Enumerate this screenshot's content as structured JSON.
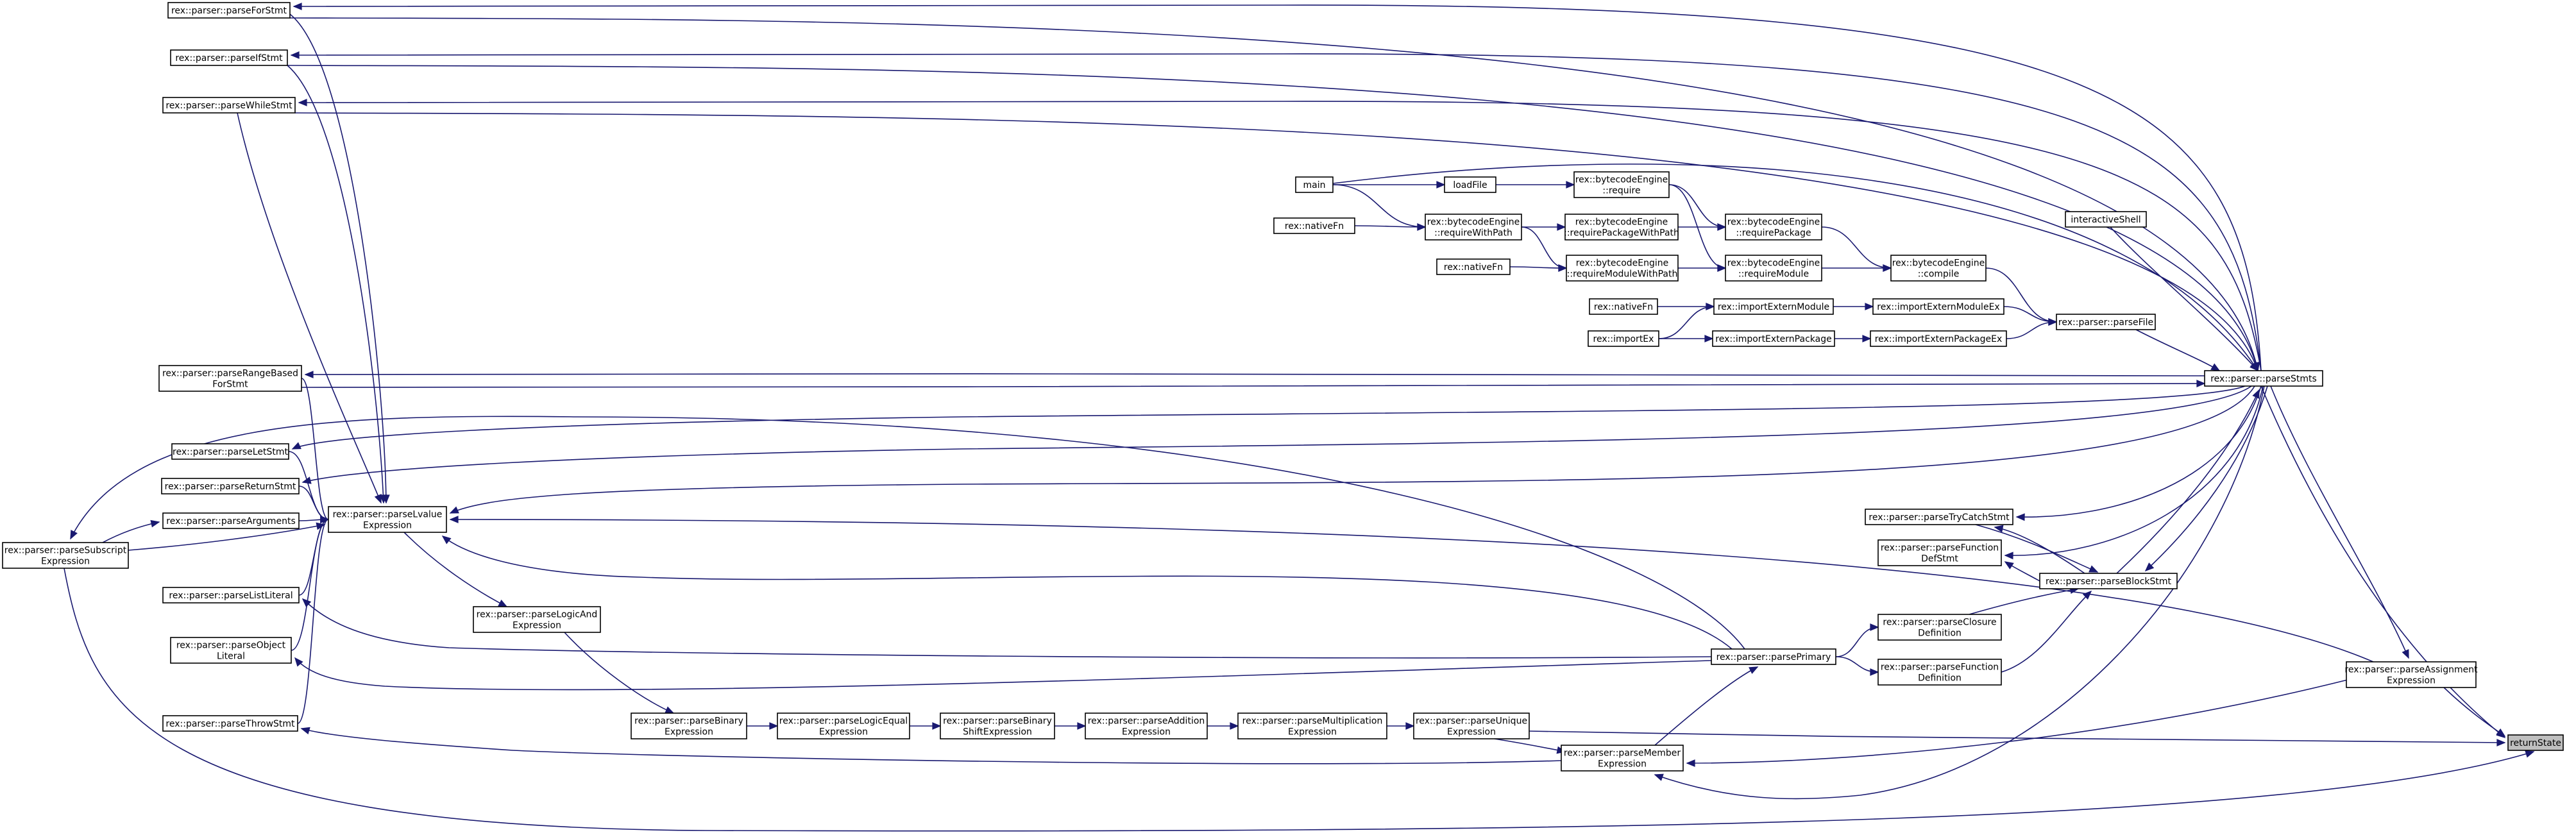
{
  "graph": {
    "nodes": [
      {
        "id": "returnState",
        "lines": [
          "returnState"
        ],
        "highlight": true
      },
      {
        "id": "parseStmts",
        "lines": [
          "rex::parser::parseStmts"
        ]
      },
      {
        "id": "parseForStmt",
        "lines": [
          "rex::parser::parseForStmt"
        ]
      },
      {
        "id": "parseIfStmt",
        "lines": [
          "rex::parser::parseIfStmt"
        ]
      },
      {
        "id": "parseWhileStmt",
        "lines": [
          "rex::parser::parseWhileStmt"
        ]
      },
      {
        "id": "main",
        "lines": [
          "main"
        ]
      },
      {
        "id": "loadFile",
        "lines": [
          "loadFile"
        ]
      },
      {
        "id": "require",
        "lines": [
          "rex::bytecodeEngine",
          "::require"
        ]
      },
      {
        "id": "nativeFn1",
        "lines": [
          "rex::nativeFn"
        ]
      },
      {
        "id": "requireWithPath",
        "lines": [
          "rex::bytecodeEngine",
          "::requireWithPath"
        ]
      },
      {
        "id": "requirePackageWithPath",
        "lines": [
          "rex::bytecodeEngine",
          "::requirePackageWithPath"
        ]
      },
      {
        "id": "requirePackage",
        "lines": [
          "rex::bytecodeEngine",
          "::requirePackage"
        ]
      },
      {
        "id": "nativeFn2",
        "lines": [
          "rex::nativeFn"
        ]
      },
      {
        "id": "requireModuleWithPath",
        "lines": [
          "rex::bytecodeEngine",
          "::requireModuleWithPath"
        ]
      },
      {
        "id": "requireModule",
        "lines": [
          "rex::bytecodeEngine",
          "::requireModule"
        ]
      },
      {
        "id": "compile",
        "lines": [
          "rex::bytecodeEngine",
          "::compile"
        ]
      },
      {
        "id": "interactiveShell",
        "lines": [
          "interactiveShell"
        ]
      },
      {
        "id": "nativeFn3",
        "lines": [
          "rex::nativeFn"
        ]
      },
      {
        "id": "importExternModule",
        "lines": [
          "rex::importExternModule"
        ]
      },
      {
        "id": "importExternModuleEx",
        "lines": [
          "rex::importExternModuleEx"
        ]
      },
      {
        "id": "importEx",
        "lines": [
          "rex::importEx"
        ]
      },
      {
        "id": "importExternPackage",
        "lines": [
          "rex::importExternPackage"
        ]
      },
      {
        "id": "importExternPackageEx",
        "lines": [
          "rex::importExternPackageEx"
        ]
      },
      {
        "id": "parseFile",
        "lines": [
          "rex::parser::parseFile"
        ]
      },
      {
        "id": "parseRangeBasedForStmt",
        "lines": [
          "rex::parser::parseRangeBased",
          "ForStmt"
        ]
      },
      {
        "id": "parseLetStmt",
        "lines": [
          "rex::parser::parseLetStmt"
        ]
      },
      {
        "id": "parseReturnStmt",
        "lines": [
          "rex::parser::parseReturnStmt"
        ]
      },
      {
        "id": "parseArguments",
        "lines": [
          "rex::parser::parseArguments"
        ]
      },
      {
        "id": "parseLvalueExpression",
        "lines": [
          "rex::parser::parseLvalue",
          "Expression"
        ]
      },
      {
        "id": "parseSubscriptExpression",
        "lines": [
          "rex::parser::parseSubscript",
          "Expression"
        ]
      },
      {
        "id": "parseListLiteral",
        "lines": [
          "rex::parser::parseListLiteral"
        ]
      },
      {
        "id": "parseObjectLiteral",
        "lines": [
          "rex::parser::parseObject",
          "Literal"
        ]
      },
      {
        "id": "parseThrowStmt",
        "lines": [
          "rex::parser::parseThrowStmt"
        ]
      },
      {
        "id": "parseLogicAndExpression",
        "lines": [
          "rex::parser::parseLogicAnd",
          "Expression"
        ]
      },
      {
        "id": "parseBinaryExpression",
        "lines": [
          "rex::parser::parseBinary",
          "Expression"
        ]
      },
      {
        "id": "parseLogicEqualExpression",
        "lines": [
          "rex::parser::parseLogicEqual",
          "Expression"
        ]
      },
      {
        "id": "parseBinaryShiftExpression",
        "lines": [
          "rex::parser::parseBinary",
          "ShiftExpression"
        ]
      },
      {
        "id": "parseAdditionExpression",
        "lines": [
          "rex::parser::parseAddition",
          "Expression"
        ]
      },
      {
        "id": "parseMultiplicationExpression",
        "lines": [
          "rex::parser::parseMultiplication",
          "Expression"
        ]
      },
      {
        "id": "parseUniqueExpression",
        "lines": [
          "rex::parser::parseUnique",
          "Expression"
        ]
      },
      {
        "id": "parseMemberExpression",
        "lines": [
          "rex::parser::parseMember",
          "Expression"
        ]
      },
      {
        "id": "parsePrimary",
        "lines": [
          "rex::parser::parsePrimary"
        ]
      },
      {
        "id": "parseClosureDefinition",
        "lines": [
          "rex::parser::parseClosure",
          "Definition"
        ]
      },
      {
        "id": "parseFunctionDefinition",
        "lines": [
          "rex::parser::parseFunction",
          "Definition"
        ]
      },
      {
        "id": "parseTryCatchStmt",
        "lines": [
          "rex::parser::parseTryCatchStmt"
        ]
      },
      {
        "id": "parseFunctionDefStmt",
        "lines": [
          "rex::parser::parseFunction",
          "DefStmt"
        ]
      },
      {
        "id": "parseBlockStmt",
        "lines": [
          "rex::parser::parseBlockStmt"
        ]
      },
      {
        "id": "parseAssignmentExpression",
        "lines": [
          "rex::parser::parseAssignment",
          "Expression"
        ]
      }
    ],
    "edges": [
      {
        "from": "parseStmts",
        "to": "returnState"
      },
      {
        "from": "parseUniqueExpression",
        "to": "returnState"
      },
      {
        "from": "parseAssignmentExpression",
        "to": "returnState"
      },
      {
        "from": "parseSubscriptExpression",
        "to": "returnState"
      },
      {
        "from": "parseForStmt",
        "to": "parseStmts"
      },
      {
        "from": "parseStmts",
        "to": "parseForStmt"
      },
      {
        "from": "parseIfStmt",
        "to": "parseStmts"
      },
      {
        "from": "parseStmts",
        "to": "parseIfStmt"
      },
      {
        "from": "parseWhileStmt",
        "to": "parseStmts"
      },
      {
        "from": "parseStmts",
        "to": "parseWhileStmt"
      },
      {
        "from": "main",
        "to": "parseStmts"
      },
      {
        "from": "main",
        "to": "loadFile"
      },
      {
        "from": "main",
        "to": "requireWithPath"
      },
      {
        "from": "loadFile",
        "to": "require"
      },
      {
        "from": "nativeFn1",
        "to": "requireWithPath"
      },
      {
        "from": "requireWithPath",
        "to": "requirePackageWithPath"
      },
      {
        "from": "requireWithPath",
        "to": "requireModuleWithPath"
      },
      {
        "from": "require",
        "to": "requirePackage"
      },
      {
        "from": "require",
        "to": "requireModule"
      },
      {
        "from": "requirePackageWithPath",
        "to": "requirePackage"
      },
      {
        "from": "nativeFn2",
        "to": "requireModuleWithPath"
      },
      {
        "from": "requireModuleWithPath",
        "to": "requireModule"
      },
      {
        "from": "requirePackage",
        "to": "compile"
      },
      {
        "from": "requireModule",
        "to": "compile"
      },
      {
        "from": "compile",
        "to": "parseFile"
      },
      {
        "from": "interactiveShell",
        "to": "parseStmts"
      },
      {
        "from": "nativeFn3",
        "to": "importExternModule"
      },
      {
        "from": "importEx",
        "to": "importExternModule"
      },
      {
        "from": "importEx",
        "to": "importExternPackage"
      },
      {
        "from": "importExternModule",
        "to": "importExternModuleEx"
      },
      {
        "from": "importExternPackage",
        "to": "importExternPackageEx"
      },
      {
        "from": "importExternModuleEx",
        "to": "parseFile"
      },
      {
        "from": "importExternPackageEx",
        "to": "parseFile"
      },
      {
        "from": "parseFile",
        "to": "parseStmts"
      },
      {
        "from": "parseRangeBasedForStmt",
        "to": "parseStmts"
      },
      {
        "from": "parseStmts",
        "to": "parseRangeBasedForStmt"
      },
      {
        "from": "parseStmts",
        "to": "parseLetStmt"
      },
      {
        "from": "parseStmts",
        "to": "parseReturnStmt"
      },
      {
        "from": "parseStmts",
        "to": "parseLvalueExpression"
      },
      {
        "from": "parseBlockStmt",
        "to": "parseStmts"
      },
      {
        "from": "parseStmts",
        "to": "parseBlockStmt"
      },
      {
        "from": "parseStmts",
        "to": "parseTryCatchStmt"
      },
      {
        "from": "parseStmts",
        "to": "parseFunctionDefStmt"
      },
      {
        "from": "parseStmts",
        "to": "parseMemberExpression"
      },
      {
        "from": "parseStmts",
        "to": "parseAssignmentExpression"
      },
      {
        "from": "parseForStmt",
        "to": "parseLvalueExpression"
      },
      {
        "from": "parseIfStmt",
        "to": "parseLvalueExpression"
      },
      {
        "from": "parseWhileStmt",
        "to": "parseLvalueExpression"
      },
      {
        "from": "parseRangeBasedForStmt",
        "to": "parseLvalueExpression"
      },
      {
        "from": "parseLetStmt",
        "to": "parseLvalueExpression"
      },
      {
        "from": "parseReturnStmt",
        "to": "parseLvalueExpression"
      },
      {
        "from": "parseArguments",
        "to": "parseLvalueExpression"
      },
      {
        "from": "parseSubscriptExpression",
        "to": "parseLvalueExpression"
      },
      {
        "from": "parseSubscriptExpression",
        "to": "parseArguments"
      },
      {
        "from": "parseListLiteral",
        "to": "parseLvalueExpression"
      },
      {
        "from": "parseObjectLiteral",
        "to": "parseLvalueExpression"
      },
      {
        "from": "parseThrowStmt",
        "to": "parseLvalueExpression"
      },
      {
        "from": "parseLvalueExpression",
        "to": "parseLogicAndExpression"
      },
      {
        "from": "parsePrimary",
        "to": "parseLvalueExpression"
      },
      {
        "from": "parsePrimary",
        "to": "parseSubscriptExpression"
      },
      {
        "from": "parseAssignmentExpression",
        "to": "parseLvalueExpression"
      },
      {
        "from": "parseLogicAndExpression",
        "to": "parseBinaryExpression"
      },
      {
        "from": "parseBinaryExpression",
        "to": "parseLogicEqualExpression"
      },
      {
        "from": "parseLogicEqualExpression",
        "to": "parseBinaryShiftExpression"
      },
      {
        "from": "parseBinaryShiftExpression",
        "to": "parseAdditionExpression"
      },
      {
        "from": "parseAdditionExpression",
        "to": "parseMultiplicationExpression"
      },
      {
        "from": "parseMultiplicationExpression",
        "to": "parseUniqueExpression"
      },
      {
        "from": "parseUniqueExpression",
        "to": "parseMemberExpression"
      },
      {
        "from": "parseMemberExpression",
        "to": "parsePrimary"
      },
      {
        "from": "parseMemberExpression",
        "to": "parseThrowStmt"
      },
      {
        "from": "parsePrimary",
        "to": "parseListLiteral"
      },
      {
        "from": "parsePrimary",
        "to": "parseObjectLiteral"
      },
      {
        "from": "parsePrimary",
        "to": "parseClosureDefinition"
      },
      {
        "from": "parsePrimary",
        "to": "parseFunctionDefinition"
      },
      {
        "from": "parseClosureDefinition",
        "to": "parseBlockStmt"
      },
      {
        "from": "parseFunctionDefinition",
        "to": "parseBlockStmt"
      },
      {
        "from": "parseTryCatchStmt",
        "to": "parseBlockStmt"
      },
      {
        "from": "parseBlockStmt",
        "to": "parseTryCatchStmt"
      },
      {
        "from": "parseBlockStmt",
        "to": "parseFunctionDefStmt"
      },
      {
        "from": "parseAssignmentExpression",
        "to": "parseMemberExpression"
      }
    ]
  }
}
